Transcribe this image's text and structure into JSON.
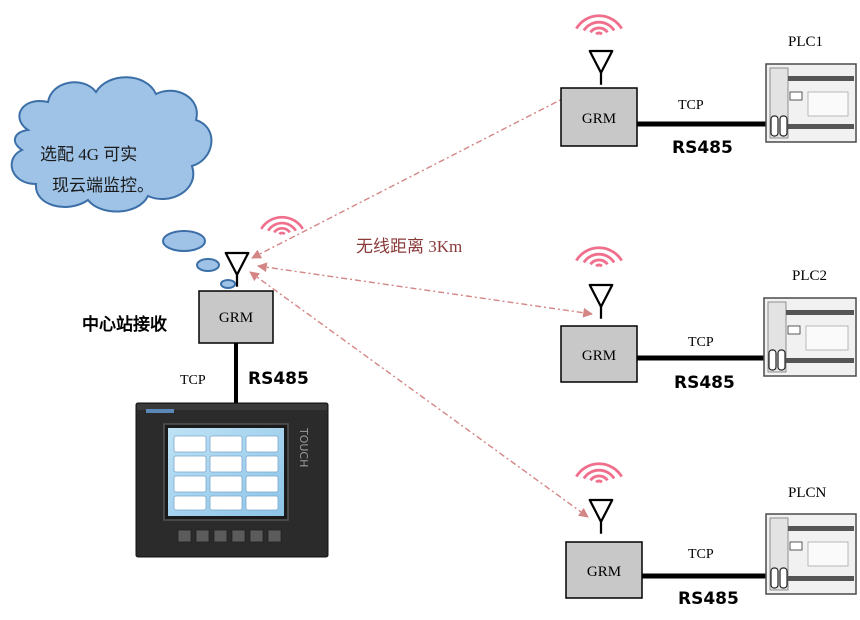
{
  "cloud": {
    "line1": "选配 4G 可实",
    "line2": "现云端监控。"
  },
  "center": {
    "module_label": "GRM",
    "station_label": "中心站接收",
    "tcp_label": "TCP",
    "rs485_label": "RS485",
    "hmi_brand": "TOUCH"
  },
  "range_label": "无线距离 3Km",
  "remote_nodes": [
    {
      "plc_label": "PLC1",
      "module_label": "GRM",
      "tcp_label": "TCP",
      "rs485_label": "RS485"
    },
    {
      "plc_label": "PLC2",
      "module_label": "GRM",
      "tcp_label": "TCP",
      "rs485_label": "RS485"
    },
    {
      "plc_label": "PLCN",
      "module_label": "GRM",
      "tcp_label": "TCP",
      "rs485_label": "RS485"
    }
  ],
  "colors": {
    "module_fill": "#c8c8c8",
    "wifi_signal": "#ef6f8c",
    "link_arrow": "#d48585",
    "cloud_fill": "#9ec3e6",
    "cloud_stroke": "#3c6fa8",
    "range_text": "#8b3a3a",
    "hmi_body": "#2b2b2b"
  }
}
